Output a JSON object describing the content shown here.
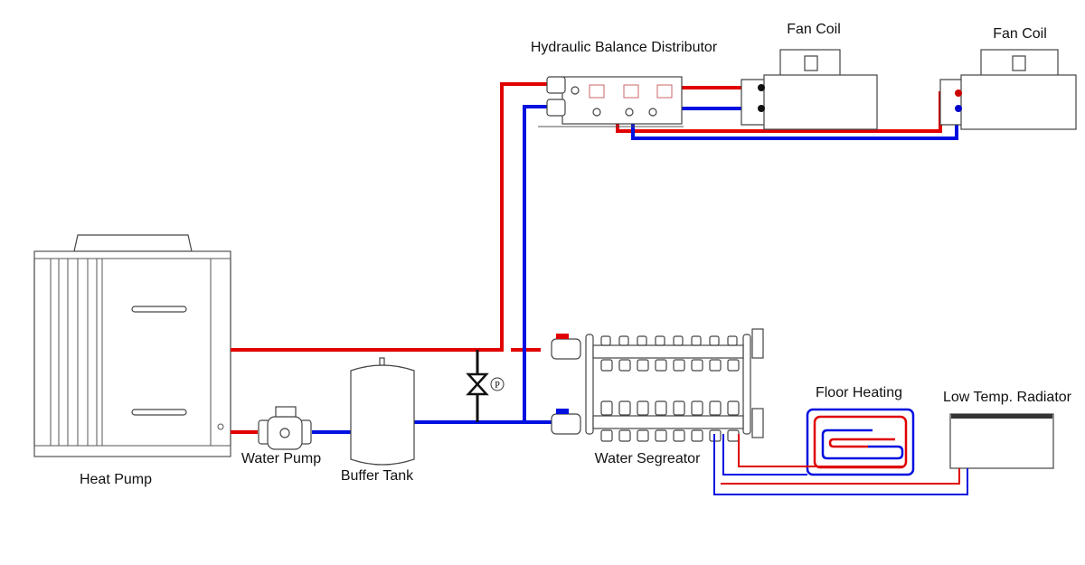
{
  "labels": {
    "hydraulic_balance_distributor": "Hydraulic Balance Distributor",
    "fan_coil_1": "Fan Coil",
    "fan_coil_2": "Fan Coil",
    "heat_pump": "Heat Pump",
    "water_pump": "Water Pump",
    "buffer_tank": "Buffer Tank",
    "water_segregator": "Water Segreator",
    "floor_heating": "Floor Heating",
    "low_temp_radiator": "Low Temp. Radiator",
    "pressure_symbol": "P"
  },
  "colors": {
    "supply": "#e00000",
    "return": "#0010e0",
    "outline": "#444444"
  }
}
